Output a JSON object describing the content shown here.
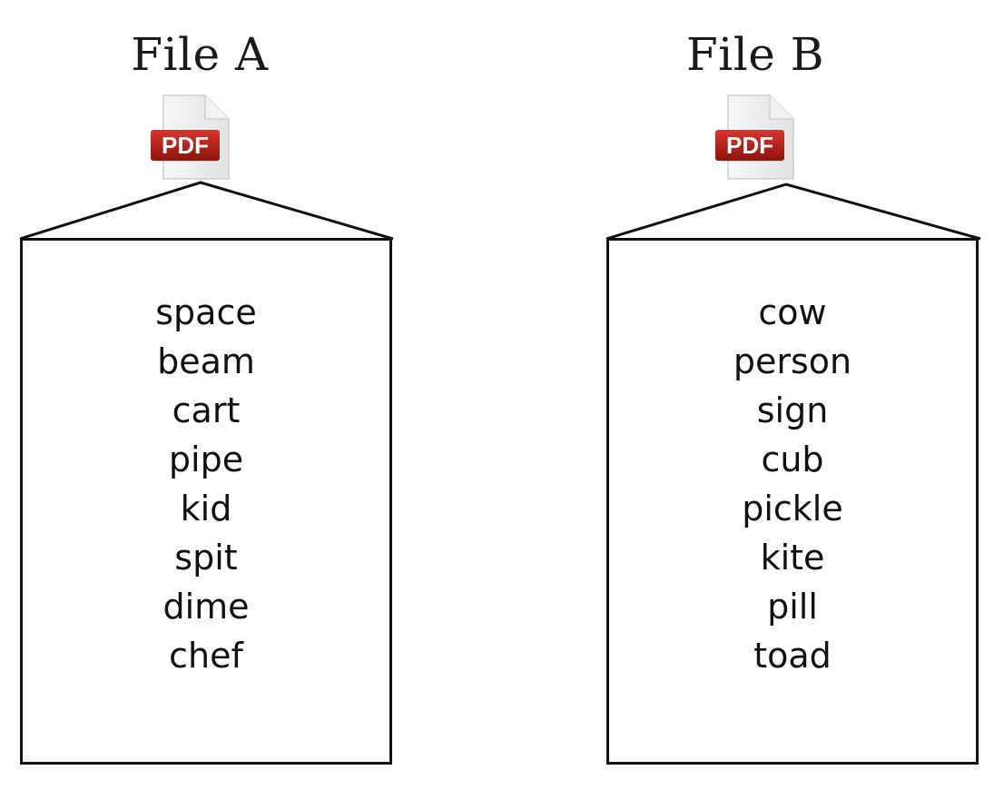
{
  "files": [
    {
      "title": "File A",
      "icon": "pdf-file-icon",
      "badge_label": "PDF",
      "words": [
        "space",
        "beam",
        "cart",
        "pipe",
        "kid",
        "spit",
        "dime",
        "chef"
      ]
    },
    {
      "title": "File B",
      "icon": "pdf-file-icon",
      "badge_label": "PDF",
      "words": [
        "cow",
        "person",
        "sign",
        "cub",
        "pickle",
        "kite",
        "pill",
        "toad"
      ]
    }
  ],
  "colors": {
    "badge_red": "#c1241b",
    "badge_red_dark": "#8e140f",
    "page_gray": "#eeeeee",
    "line": "#111111"
  }
}
